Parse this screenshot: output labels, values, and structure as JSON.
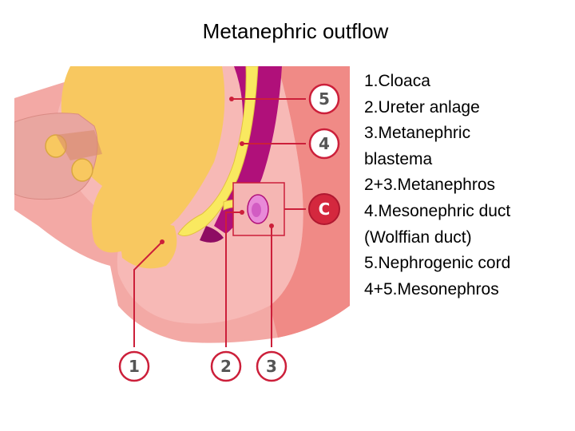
{
  "slide": {
    "title": "Metanephric outflow"
  },
  "legend": {
    "lines": [
      "1.Cloaca",
      "2.Ureter anlage",
      "3.Metanephric",
      "blastema",
      "2+3.Metanephros",
      "4.Mesonephric duct",
      "(Wolffian duct)",
      "5.Nephrogenic cord",
      "4+5.Mesonephros"
    ]
  },
  "diagram": {
    "labels": {
      "one": "1",
      "two": "2",
      "three": "3",
      "four": "4",
      "five": "5",
      "c": "C"
    },
    "colors": {
      "background_pink": "#f3a9a5",
      "outer_wall": "#f08080",
      "light_wall": "#f9c0bd",
      "yellow_tissue": "#f8c860",
      "duct_yellow": "#f9e960",
      "nephrogenic_magenta": "#b0107a",
      "blastema_pink": "#e88ad8",
      "leader_line": "#cc1f3a",
      "badge_red": "#d4283e"
    }
  }
}
